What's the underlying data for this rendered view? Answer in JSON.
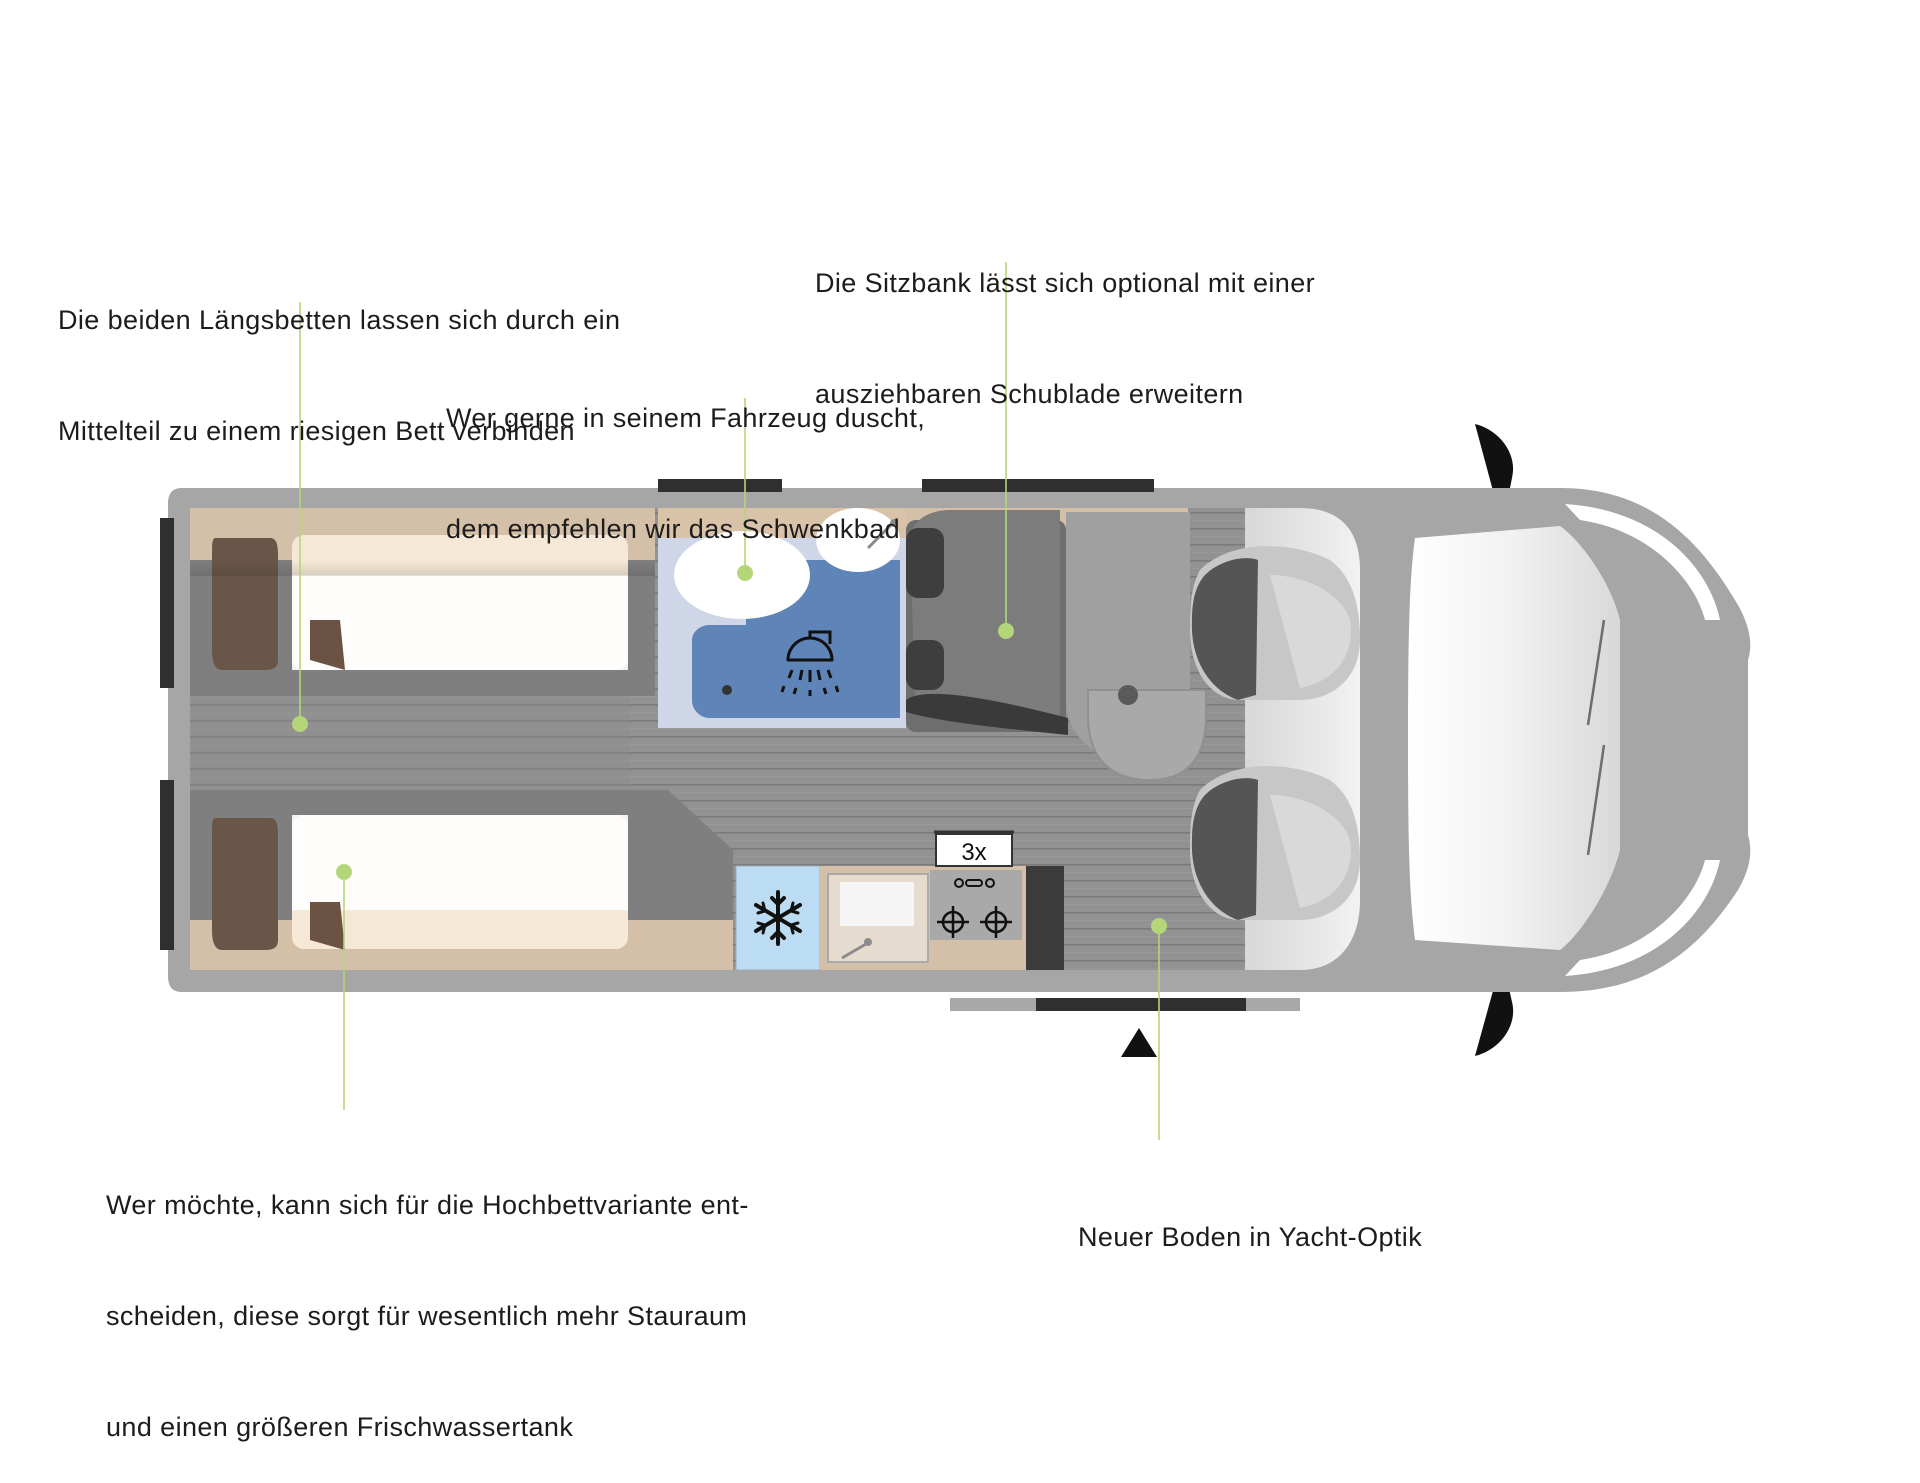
{
  "callouts": {
    "beds": {
      "lines": [
        "Die beiden Längsbetten lassen sich durch ein",
        "Mittelteil zu einem riesigen Bett verbinden"
      ]
    },
    "bath": {
      "lines": [
        "Wer gerne in seinem Fahrzeug duscht,",
        "dem empfehlen wir das Schwenkbad"
      ]
    },
    "bench": {
      "lines": [
        "Die Sitzbank lässt sich optional mit einer",
        "ausziehbaren Schublade erweitern"
      ]
    },
    "loft": {
      "lines": [
        "Wer möchte, kann sich für die Hochbettvariante ent-",
        "scheiden, diese sorgt für wesentlich mehr Stauraum",
        "und einen größeren Frischwassertank"
      ]
    },
    "floor": {
      "lines": [
        "Neuer Boden in Yacht-Optik"
      ]
    }
  },
  "stove": {
    "burner_count_label": "3x"
  },
  "icons": {
    "shower": "shower-icon",
    "fridge": "snowflake-icon",
    "entry": "entry-arrow-icon"
  },
  "colors": {
    "body_gray": "#a5a5a5",
    "wood": "#d2bfa8",
    "mattress": "#f4e6d2",
    "floor": "#8f8f8f",
    "bath_blue": "#5f84b8",
    "bath_light": "#c9d3e6",
    "fridge_blue": "#bcdcf4",
    "leader_green": "#b4d679"
  }
}
